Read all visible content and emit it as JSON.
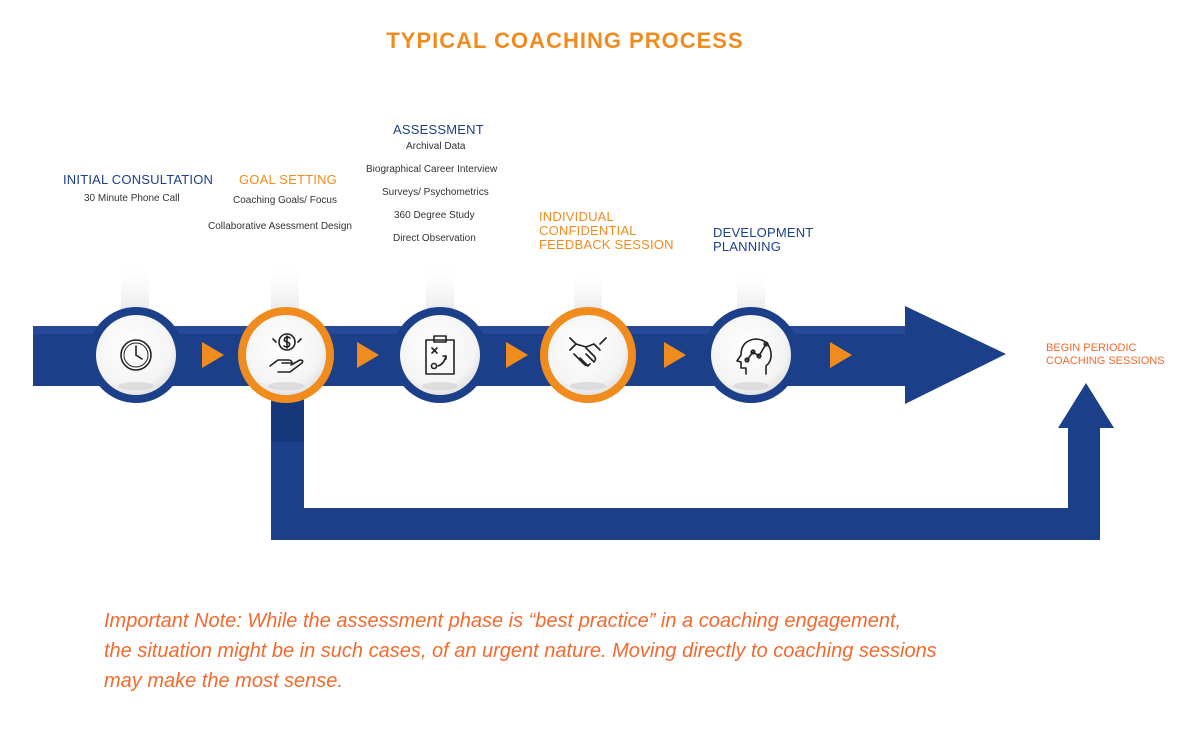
{
  "title": "TYPICAL COACHING PROCESS",
  "steps": [
    {
      "heading": "INITIAL CONSULTATION",
      "details": [
        "30 Minute Phone Call"
      ],
      "icon": "clock-icon"
    },
    {
      "heading": "GOAL SETTING",
      "details": [
        "Coaching Goals/ Focus",
        "Collaborative Asessment Design"
      ],
      "icon": "hand-dollar-icon"
    },
    {
      "heading": "ASSESSMENT",
      "details": [
        "Archival Data",
        "Biographical Career Interview",
        "Surveys/ Psychometrics",
        "360 Degree Study",
        "Direct Observation"
      ],
      "icon": "clipboard-strategy-icon"
    },
    {
      "heading_lines": [
        "INDIVIDUAL",
        "CONFIDENTIAL",
        "FEEDBACK SESSION"
      ],
      "icon": "handshake-icon"
    },
    {
      "heading_lines": [
        "DEVELOPMENT",
        "PLANNING"
      ],
      "icon": "head-growth-icon"
    }
  ],
  "end_step": {
    "heading_lines": [
      "BEGIN PERIODIC",
      "COACHING SESSIONS"
    ]
  },
  "note_lines": [
    "Important Note: While the assessment phase is “best practice” in a coaching engagement,",
    "the situation might be in such cases, of an urgent nature. Moving directly to coaching sessions",
    "may make the most sense."
  ],
  "colors": {
    "navy": "#1c3f8a",
    "orange": "#f08c1e",
    "note": "#f26a2e"
  }
}
